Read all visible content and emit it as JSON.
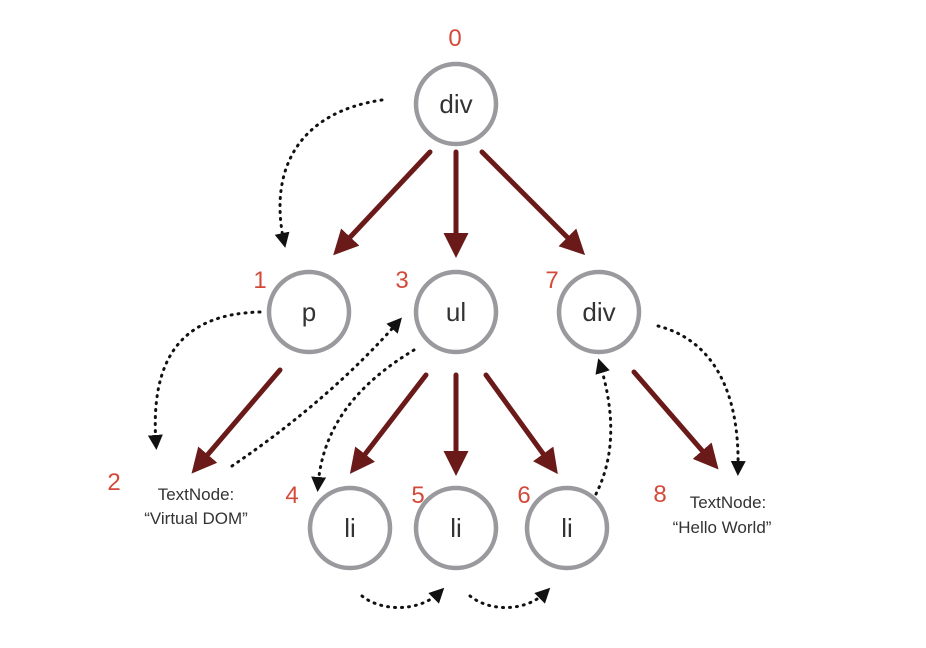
{
  "diagram": {
    "nodes": [
      {
        "id": "n0",
        "label": "div",
        "index": "0"
      },
      {
        "id": "n1",
        "label": "p",
        "index": "1"
      },
      {
        "id": "n3",
        "label": "ul",
        "index": "3"
      },
      {
        "id": "n7",
        "label": "div",
        "index": "7"
      },
      {
        "id": "n4",
        "label": "li",
        "index": "4"
      },
      {
        "id": "n5",
        "label": "li",
        "index": "5"
      },
      {
        "id": "n6",
        "label": "li",
        "index": "6"
      }
    ],
    "text_nodes": [
      {
        "id": "t2",
        "index": "2",
        "line1": "TextNode:",
        "line2": "“Virtual DOM”"
      },
      {
        "id": "t8",
        "index": "8",
        "line1": "TextNode:",
        "line2": "“Hello World”"
      }
    ],
    "colors": {
      "edge": "#6b1a1a",
      "index": "#d44a3a",
      "circle": "#9a9a9e",
      "traversal": "#111111"
    }
  }
}
